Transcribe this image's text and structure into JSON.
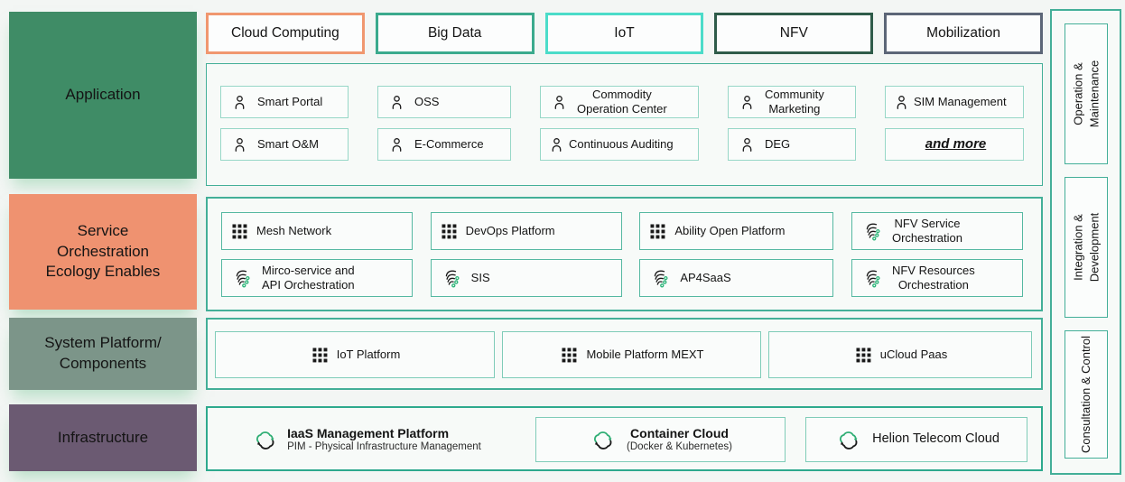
{
  "colors": {
    "page_bg": "#f3f6f4",
    "label_application_bg": "#3f8c66",
    "label_service_bg": "#ef9270",
    "label_system_bg": "#7c9589",
    "label_infrastructure_bg": "#6b5a72",
    "pill_cloud_computing_border": "#f0976f",
    "pill_big_data_border": "#3baa8d",
    "pill_iot_border": "#4bdcc9",
    "pill_nfv_border": "#2e5b49",
    "pill_mobilization_border": "#5c6677",
    "container_border": "#43af98",
    "item_border_light": "#97d7c7",
    "icon_green_accent": "#2eb57a"
  },
  "left_rows": [
    {
      "label": "Application"
    },
    {
      "label": "Service\nOrchestration\nEcology Enables"
    },
    {
      "label": "System Platform/\nComponents"
    },
    {
      "label": "Infrastructure"
    }
  ],
  "top_pills": [
    {
      "label": "Cloud Computing"
    },
    {
      "label": "Big Data"
    },
    {
      "label": "IoT"
    },
    {
      "label": "NFV"
    },
    {
      "label": "Mobilization"
    }
  ],
  "application": {
    "items": [
      {
        "label": "Smart Portal"
      },
      {
        "label": "OSS"
      },
      {
        "label": "Commodity\nOperation Center"
      },
      {
        "label": "Community\nMarketing"
      },
      {
        "label": "SIM Management"
      },
      {
        "label": "Smart O&M"
      },
      {
        "label": "E-Commerce"
      },
      {
        "label": "Continuous Auditing"
      },
      {
        "label": "DEG"
      },
      {
        "label": "and more"
      }
    ]
  },
  "service": {
    "items": [
      {
        "label": "Mesh Network"
      },
      {
        "label": "DevOps Platform"
      },
      {
        "label": "Ability Open Platform"
      },
      {
        "label": "NFV Service\nOrchestration"
      },
      {
        "label": "Mirco-service and\nAPI Orchestration"
      },
      {
        "label": "SIS"
      },
      {
        "label": "AP4SaaS"
      },
      {
        "label": "NFV Resources\nOrchestration"
      }
    ]
  },
  "system": {
    "items": [
      {
        "label": "IoT Platform"
      },
      {
        "label": "Mobile Platform MEXT"
      },
      {
        "label": "uCloud Paas"
      }
    ]
  },
  "infrastructure": {
    "items": [
      {
        "title": "IaaS Management Platform",
        "subtitle": "PIM - Physical Infrastructure Management"
      },
      {
        "title": "Container Cloud",
        "subtitle": "(Docker & Kubernetes)"
      },
      {
        "title": "Helion Telecom Cloud"
      }
    ]
  },
  "right_rail": {
    "items": [
      {
        "label": "Operation &\nMaintenance"
      },
      {
        "label": "Integration &\nDevelopment"
      },
      {
        "label": "Consultation & Control"
      }
    ]
  }
}
